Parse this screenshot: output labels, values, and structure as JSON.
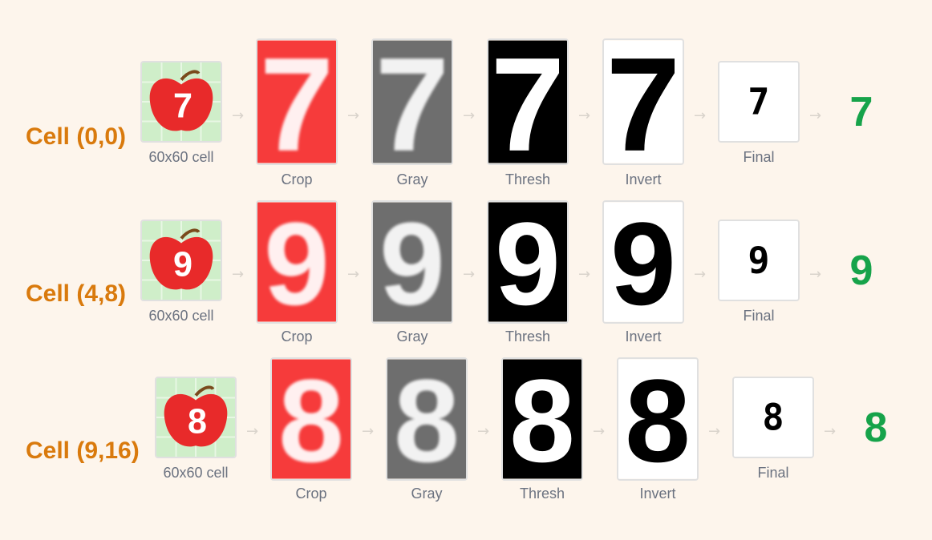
{
  "colors": {
    "label": "#d97a0d",
    "result": "#16a34a",
    "crop_bg": "#f63b3b",
    "gray_bg": "#6e6e6e"
  },
  "rows": [
    {
      "label": "Cell (0,0)",
      "digit": "7",
      "result": "7",
      "captions": {
        "cell": "60x60 cell",
        "crop": "Crop",
        "gray": "Gray",
        "thresh": "Thresh",
        "invert": "Invert",
        "final": "Final"
      }
    },
    {
      "label": "Cell (4,8)",
      "digit": "9",
      "result": "9",
      "captions": {
        "cell": "60x60 cell",
        "crop": "Crop",
        "gray": "Gray",
        "thresh": "Thresh",
        "invert": "Invert",
        "final": "Final"
      }
    },
    {
      "label": "Cell (9,16)",
      "digit": "8",
      "result": "8",
      "captions": {
        "cell": "60x60 cell",
        "crop": "Crop",
        "gray": "Gray",
        "thresh": "Thresh",
        "invert": "Invert",
        "final": "Final"
      }
    }
  ],
  "arrow_glyph": "→"
}
